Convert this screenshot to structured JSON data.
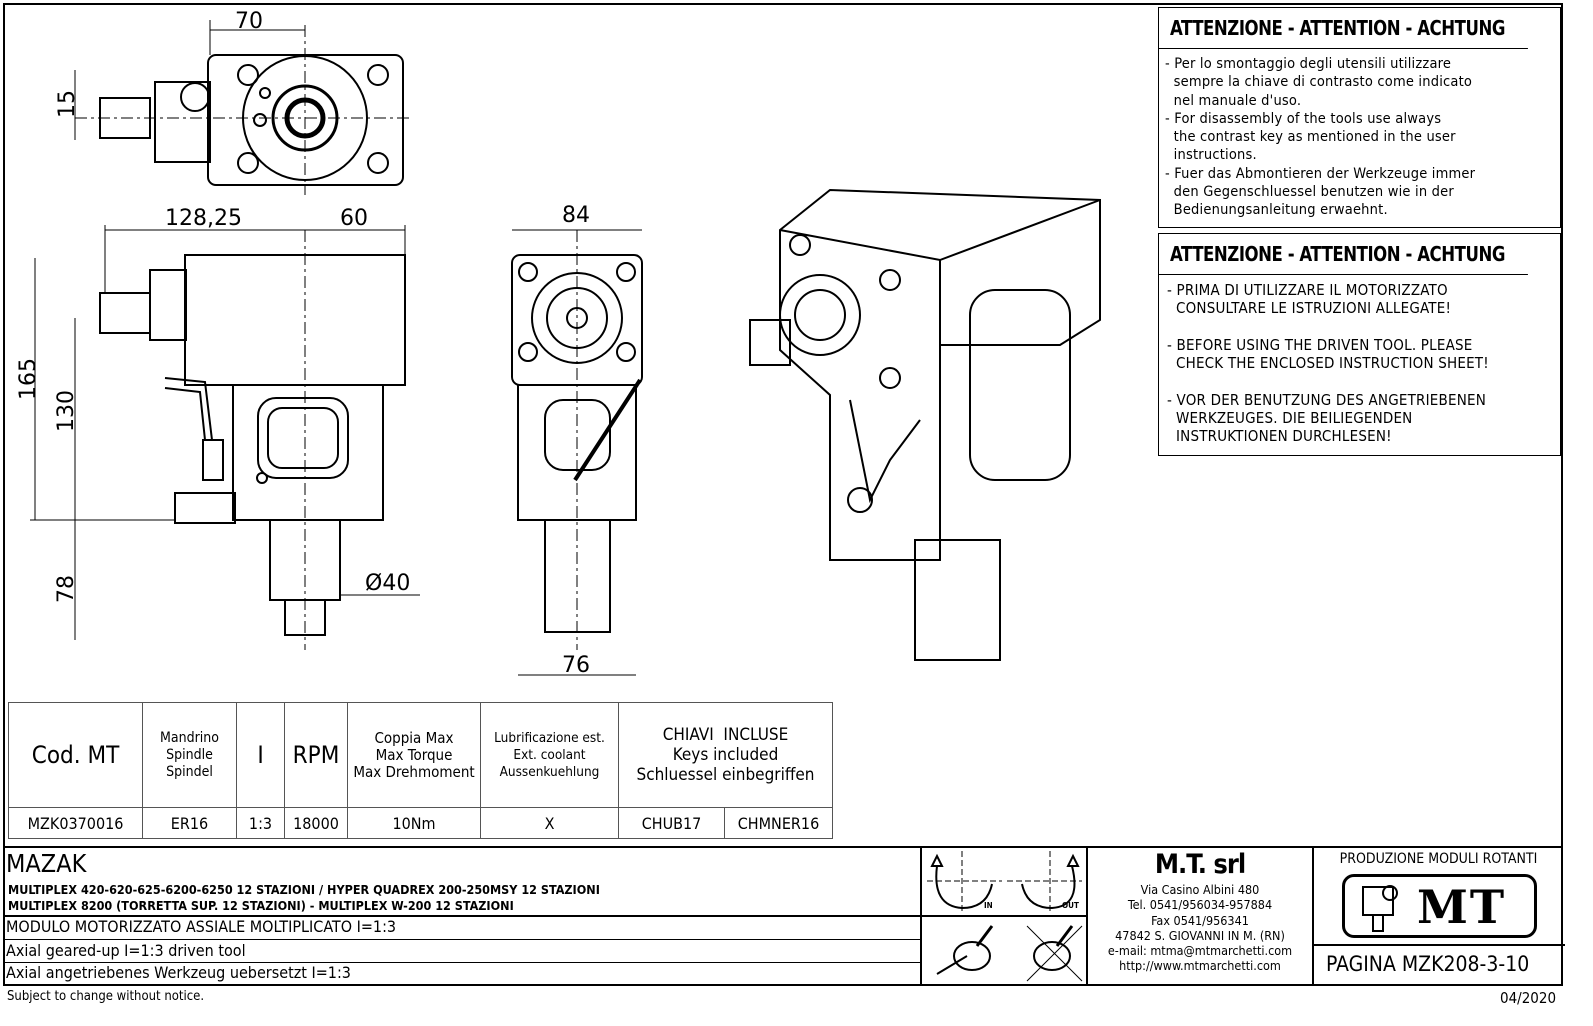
{
  "dimensions": {
    "top_width": "70",
    "top_offset": "15",
    "side_length": "128,25",
    "side_width": "60",
    "front_width": "84",
    "total_height": "165",
    "body_height": "130",
    "shank_length": "78",
    "shank_diameter": "Ø40",
    "front_bottom_width": "76"
  },
  "warnings": [
    {
      "title": "ATTENZIONE - ATTENTION - ACHTUNG",
      "body": "- Per lo smontaggio degli utensili utilizzare\n  sempre la chiave di contrasto come indicato\n  nel manuale d'uso.\n- For disassembly of the tools use always\n  the contrast key as mentioned in the user\n  instructions.\n- Fuer das Abmontieren der Werkzeuge immer\n  den Gegenschluessel benutzen wie in der\n  Bedienungsanleitung erwaehnt."
    },
    {
      "title": "ATTENZIONE - ATTENTION - ACHTUNG",
      "body": "- PRIMA DI UTILIZZARE IL MOTORIZZATO\n  CONSULTARE LE ISTRUZIONI ALLEGATE!\n\n- BEFORE USING THE DRIVEN TOOL. PLEASE\n  CHECK THE ENCLOSED INSTRUCTION SHEET!\n\n- VOR DER BENUTZUNG DES ANGETRIEBENEN\n  WERKZEUGES. DIE BEILIEGENDEN\n  INSTRUKTIONEN DURCHLESEN!"
    }
  ],
  "spec_table": {
    "headers": [
      "Cod. MT",
      "Mandrino\nSpindle\nSpindel",
      "I",
      "RPM",
      "Coppia Max\nMax Torque\nMax Drehmoment",
      "Lubrificazione est.\nExt. coolant\nAussenkuehlung",
      "CHIAVI  INCLUSE\nKeys included\nSchluessel einbegriffen"
    ],
    "row": [
      "MZK0370016",
      "ER16",
      "1:3",
      "18000",
      "10Nm",
      "X",
      "CHUB17",
      "CHMNER16"
    ]
  },
  "title_block": {
    "brand": "MAZAK",
    "machines_1": "MULTIPLEX 420-620-625-6200-6250 12 STAZIONI / HYPER QUADREX 200-250MSY 12 STAZIONI",
    "machines_2": "MULTIPLEX 8200 (TORRETTA SUP. 12 STAZIONI) - MULTIPLEX W-200 12 STAZIONI",
    "desc_it": "MODULO MOTORIZZATO ASSIALE MOLTIPLICATO I=1:3",
    "desc_en": "Axial geared-up I=1:3 driven tool",
    "desc_de": "Axial angetriebenes Werkzeug uebersetzt I=1:3",
    "rotation_in": "IN",
    "rotation_out": "OUT",
    "company": "M.T. srl",
    "address": "Via Casino Albini 480",
    "tel": "Tel. 0541/956034-957884",
    "fax": "Fax 0541/956341",
    "city": "47842 S. GIOVANNI IN M. (RN)",
    "email": "e-mail: mtma@mtmarchetti.com",
    "web": "http://www.mtmarchetti.com",
    "production": "PRODUZIONE MODULI ROTANTI",
    "logo": "MT",
    "page": "PAGINA MZK208-3-10"
  },
  "footer": {
    "notice": "Subject to change without notice.",
    "date": "04/2020"
  }
}
